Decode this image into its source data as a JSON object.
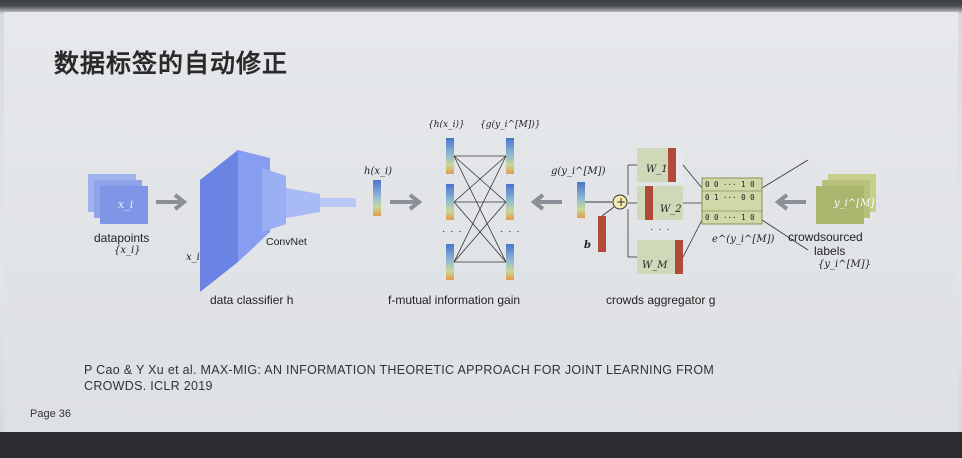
{
  "slide": {
    "title": "数据标签的自动修正",
    "page_number": "Page 36",
    "citation_line1": "P Cao & Y Xu et al. MAX-MIG: AN INFORMATION THEORETIC APPROACH FOR JOINT LEARNING FROM",
    "citation_line2": "CROWDS. ICLR 2019"
  },
  "diagram": {
    "datapoints_label": "datapoints",
    "datapoints_set": "{x_i}",
    "xi_box": "x_i",
    "xi_input": "x_i",
    "convnet_label": "ConvNet",
    "classifier_label": "data classifier h",
    "h_xi": "h(x_i)",
    "h_set": "{h(x_i)}",
    "g_set": "{g(y_i^[M])}",
    "fmig_label": "f-mutual information gain",
    "ellipsis": "· · ·",
    "g_yi": "g(y_i^[M])",
    "bias": "b",
    "w1": "W_1",
    "w2": "W_2",
    "wm": "W_M",
    "onehot_row": "0 0 ··· 1 0",
    "onehot_mid": "0 1 ··· 0 0",
    "e_label": "e^(y_i^[M])",
    "aggregator_label": "crowds aggregator g",
    "crowd_label1": "crowdsourced",
    "crowd_label2": "labels",
    "crowd_set": "{y_i^[M]}",
    "crowd_box": "y_i^[M]"
  }
}
